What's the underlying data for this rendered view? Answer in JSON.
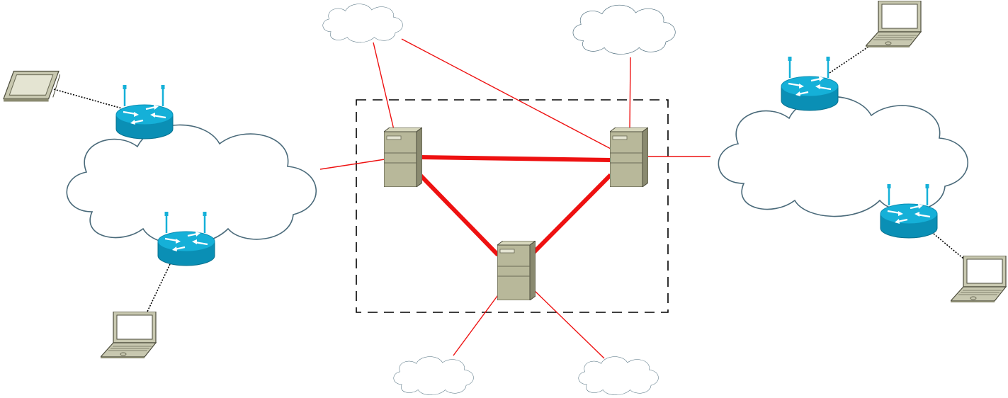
{
  "diagram": {
    "colors": {
      "background": "#ffffff",
      "link": "#ee1111",
      "cloud_fill": "#ffffff",
      "cloud_stroke": "#4a6a7a",
      "router_top": "#15b0d8",
      "router_side": "#0a8fb5",
      "server_front": "#b8b89a",
      "server_side": "#8a8a70",
      "device_body": "#c8c8b0",
      "dashed_box": "#000000"
    },
    "nodes": [
      {
        "id": "cloud-top-left",
        "icon": "cloud-icon"
      },
      {
        "id": "cloud-top-right",
        "icon": "cloud-icon"
      },
      {
        "id": "cloud-bottom-left",
        "icon": "cloud-icon"
      },
      {
        "id": "cloud-bottom-right",
        "icon": "cloud-icon"
      },
      {
        "id": "cloud-left-large",
        "icon": "cloud-icon"
      },
      {
        "id": "cloud-right-large",
        "icon": "cloud-icon"
      },
      {
        "id": "server-left",
        "icon": "server-icon"
      },
      {
        "id": "server-right",
        "icon": "server-icon"
      },
      {
        "id": "server-bottom",
        "icon": "server-icon"
      },
      {
        "id": "router-left-top",
        "icon": "wireless-router-icon"
      },
      {
        "id": "router-left-bottom",
        "icon": "wireless-router-icon"
      },
      {
        "id": "router-right-top",
        "icon": "wireless-router-icon"
      },
      {
        "id": "router-right-bottom",
        "icon": "wireless-router-icon"
      },
      {
        "id": "tablet-left",
        "icon": "tablet-icon"
      },
      {
        "id": "laptop-left",
        "icon": "laptop-icon"
      },
      {
        "id": "laptop-right-top",
        "icon": "laptop-icon"
      },
      {
        "id": "laptop-right-bottom",
        "icon": "laptop-icon"
      }
    ],
    "links": [
      {
        "from": "server-left",
        "to": "server-right",
        "style": "thick"
      },
      {
        "from": "server-left",
        "to": "server-bottom",
        "style": "thick"
      },
      {
        "from": "server-right",
        "to": "server-bottom",
        "style": "thick"
      },
      {
        "from": "cloud-top-left",
        "to": "server-left",
        "style": "thin"
      },
      {
        "from": "cloud-top-left",
        "to": "server-right",
        "style": "thin"
      },
      {
        "from": "cloud-top-right",
        "to": "server-right",
        "style": "thin"
      },
      {
        "from": "cloud-left-large",
        "to": "server-left",
        "style": "thin"
      },
      {
        "from": "server-right",
        "to": "cloud-right-large",
        "style": "thin"
      },
      {
        "from": "server-bottom",
        "to": "cloud-bottom-left",
        "style": "thin"
      },
      {
        "from": "server-bottom",
        "to": "cloud-bottom-right",
        "style": "thin"
      },
      {
        "from": "router-left-top",
        "to": "tablet-left",
        "style": "wireless"
      },
      {
        "from": "router-left-bottom",
        "to": "laptop-left",
        "style": "wireless"
      },
      {
        "from": "router-right-top",
        "to": "laptop-right-top",
        "style": "wireless"
      },
      {
        "from": "router-right-bottom",
        "to": "laptop-right-bottom",
        "style": "wireless"
      }
    ],
    "groups": [
      {
        "id": "core-group",
        "members": [
          "server-left",
          "server-right",
          "server-bottom"
        ],
        "style": "dashed"
      }
    ]
  }
}
